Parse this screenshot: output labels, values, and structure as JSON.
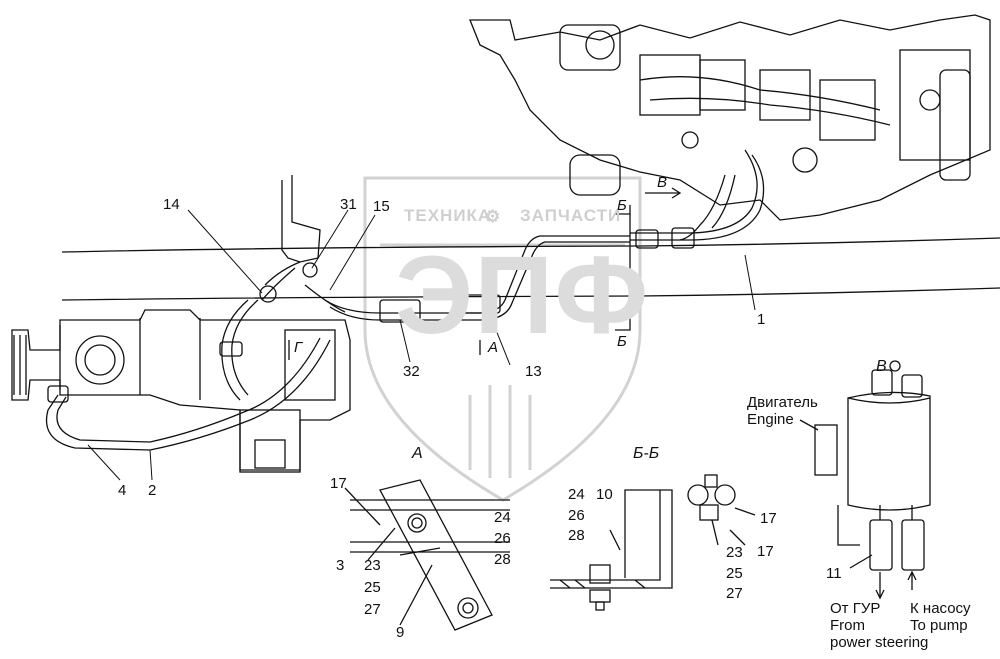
{
  "watermark": {
    "left": "ТЕХНИКА",
    "right": "ЗАПЧАСТИ",
    "big": "ЭПФ"
  },
  "callouts": {
    "c1": "1",
    "c2": "2",
    "c3": "3",
    "c4": "4",
    "c9": "9",
    "c10": "10",
    "c11": "11",
    "c13": "13",
    "c14": "14",
    "c15": "15",
    "c31": "31",
    "c32": "32",
    "a_17": "17",
    "a_24": "24",
    "a_26": "26",
    "a_28": "28",
    "a_23": "23",
    "a_25": "25",
    "a_27": "27",
    "bb_24": "24",
    "bb_26": "26",
    "bb_28": "28",
    "bb_17a": "17",
    "bb_17b": "17",
    "bb_23": "23",
    "bb_25": "25",
    "bb_27": "27"
  },
  "section_marks": {
    "b_top": "Б",
    "b_bottom": "Б",
    "a_mark": "А",
    "v_mark": "В",
    "g_mark": "Г"
  },
  "view_titles": {
    "a": "А",
    "bb": "Б-Б",
    "v": "В"
  },
  "annotations": {
    "engine_ru": "Двигатель",
    "engine_en": "Engine",
    "from_ru": "От ГУР",
    "from_en1": "From",
    "from_en2": "power steering",
    "to_ru": "К насосу",
    "to_en": "To pump"
  }
}
